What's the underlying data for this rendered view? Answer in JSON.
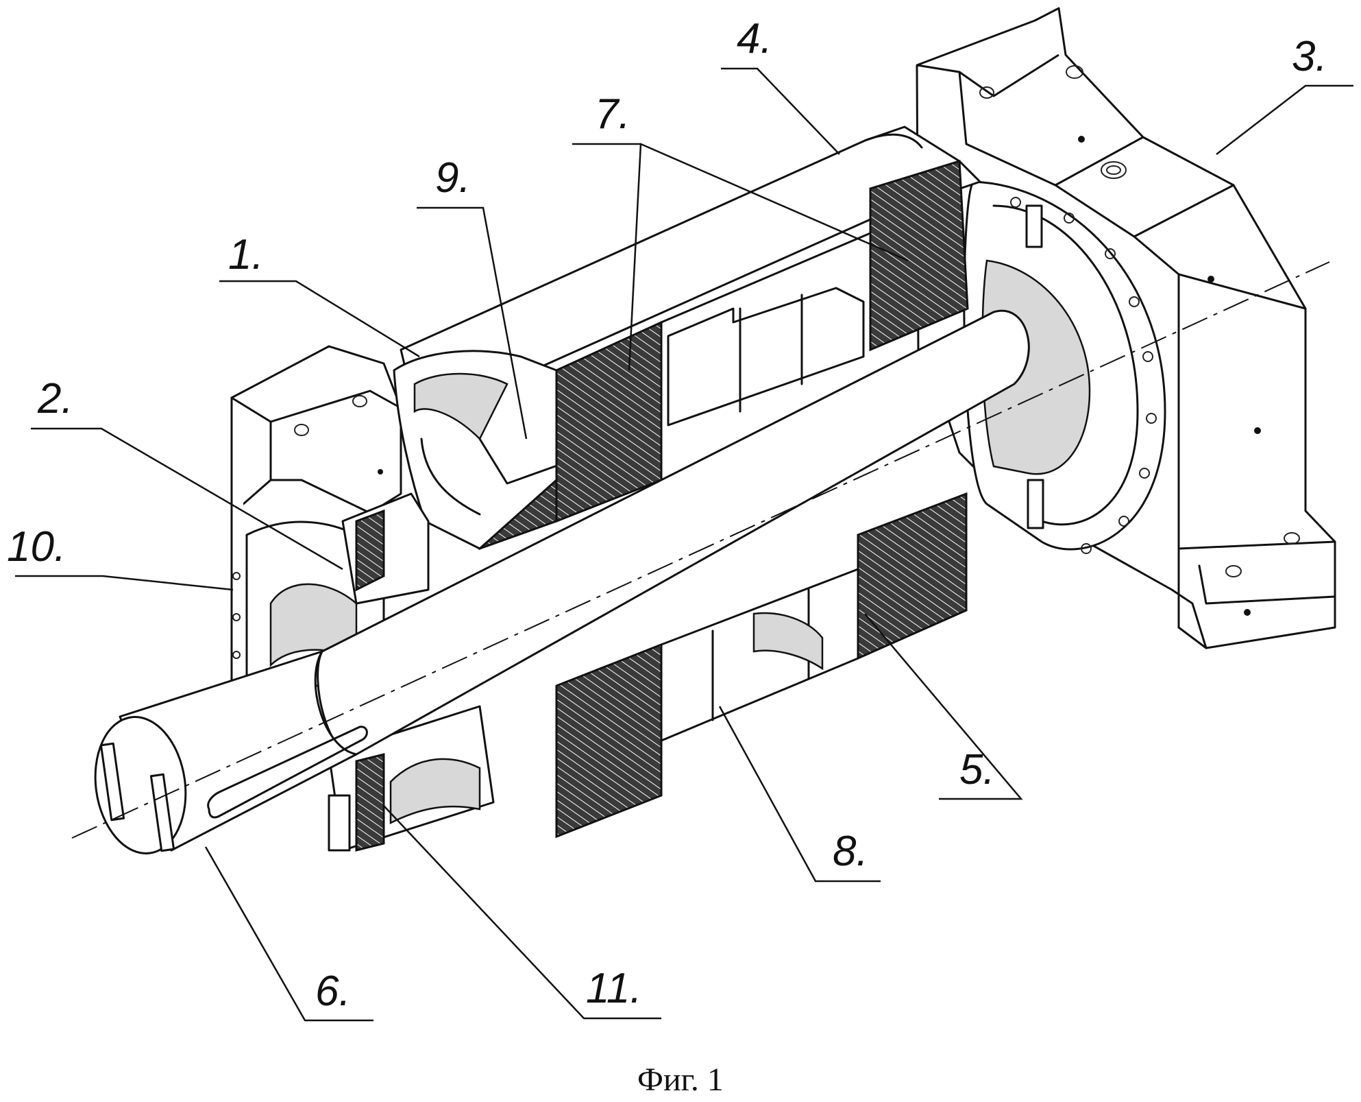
{
  "figure": {
    "caption": "Фиг. 1",
    "labels": [
      {
        "id": "1",
        "text": "1."
      },
      {
        "id": "2",
        "text": "2."
      },
      {
        "id": "3",
        "text": "3."
      },
      {
        "id": "4",
        "text": "4."
      },
      {
        "id": "5",
        "text": "5."
      },
      {
        "id": "6",
        "text": "6."
      },
      {
        "id": "7",
        "text": "7."
      },
      {
        "id": "8",
        "text": "8."
      },
      {
        "id": "9",
        "text": "9."
      },
      {
        "id": "10",
        "text": "10."
      },
      {
        "id": "11",
        "text": "11."
      }
    ]
  }
}
